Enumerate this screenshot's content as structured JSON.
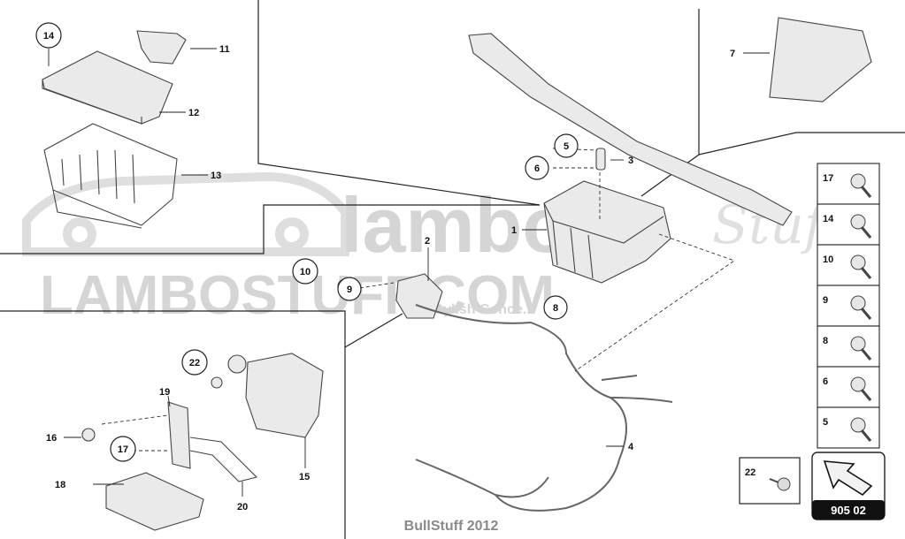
{
  "watermark": {
    "brand_large": "lambo",
    "brand_script": "Stuff",
    "brand_line": "LAMBOSTUFF.COM",
    "sub_line": "Stylish Conce..."
  },
  "footer": {
    "caption": "BullStuff 2012",
    "diagram_code": "905 02"
  },
  "callouts": {
    "c1": "1",
    "c2": "2",
    "c3": "3",
    "c4": "4",
    "c5": "5",
    "c6": "6",
    "c7": "7",
    "c8": "8",
    "c9": "9",
    "c10": "10",
    "c11": "11",
    "c12": "12",
    "c13": "13",
    "c14": "14",
    "c15": "15",
    "c16": "16",
    "c17": "17",
    "c19": "19",
    "c20": "20",
    "c22": "22"
  },
  "fastener_legend": [
    "17",
    "14",
    "10",
    "9",
    "8",
    "6",
    "5"
  ],
  "legend_22": "22"
}
